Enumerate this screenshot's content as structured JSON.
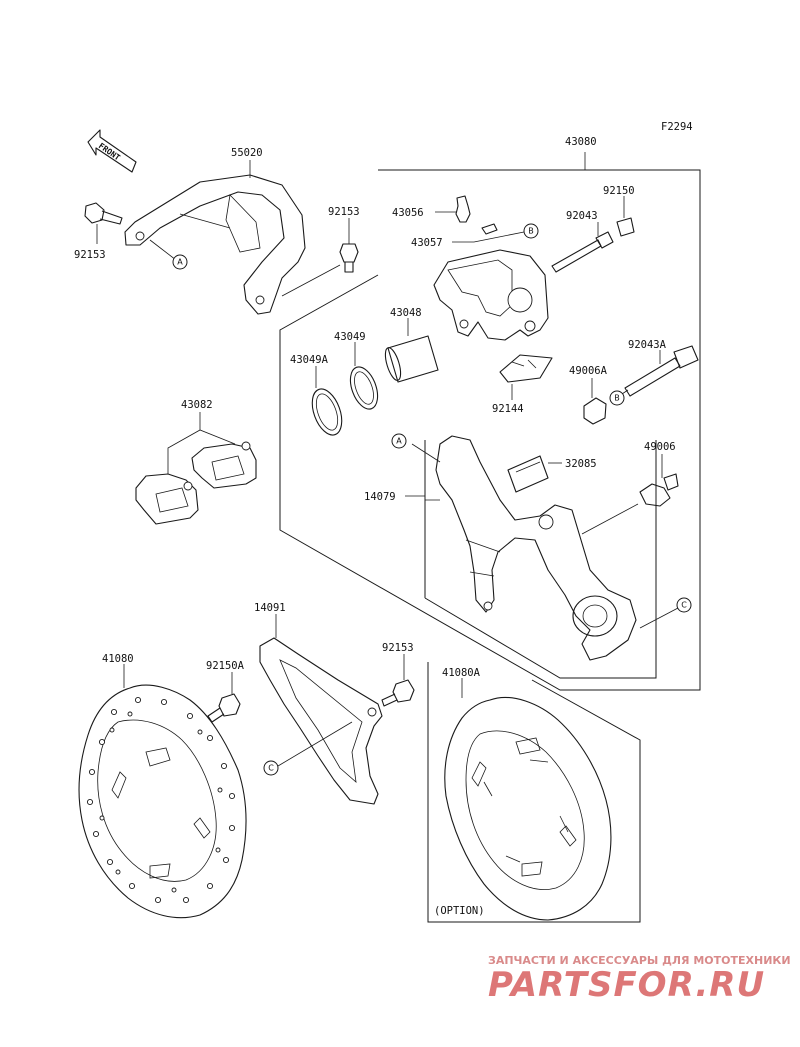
{
  "diagram_code": "F2294",
  "direction_label": "FRONT",
  "option_label": "(OPTION)",
  "part_labels": {
    "p55020": "55020",
    "p92153_a": "92153",
    "p92153_b": "92153",
    "p92153_c": "92153",
    "p43080": "43080",
    "p43056": "43056",
    "p43057": "43057",
    "p92150": "92150",
    "p92043": "92043",
    "p43048": "43048",
    "p43049": "43049",
    "p43049A": "43049A",
    "p92043A": "92043A",
    "p49006A": "49006A",
    "p92144": "92144",
    "p43082": "43082",
    "p32085": "32085",
    "p14079": "14079",
    "p49006": "49006",
    "p14091": "14091",
    "p41080": "41080",
    "p92150A": "92150A",
    "p41080A": "41080A"
  },
  "callouts": {
    "a": "A",
    "b": "B",
    "c": "C"
  },
  "watermark": {
    "tagline": "ЗАПЧАСТИ И АКСЕССУАРЫ ДЛЯ МОТОТЕХНИКИ",
    "logo": "PARTSFOR.RU"
  }
}
